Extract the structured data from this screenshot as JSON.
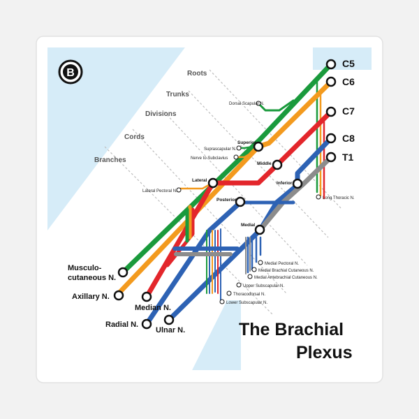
{
  "logo": {
    "letter": "B"
  },
  "title": {
    "line1": "The Brachial",
    "line2": "Plexus"
  },
  "sections": [
    "Roots",
    "Trunks",
    "Divisions",
    "Cords",
    "Branches"
  ],
  "roots": [
    "C5",
    "C6",
    "C7",
    "C8",
    "T1"
  ],
  "trunks": {
    "superior": "Superior",
    "middle": "Middle",
    "inferior": "Inferior"
  },
  "cords": {
    "lateral": "Lateral",
    "posterior": "Posterior",
    "medial": "Medial"
  },
  "small_branches": {
    "dorsal_scapular": "Dorsal Scapular N.",
    "suprascapular": "Suprascapular N.",
    "subclavius": "Nerve to Subclavius",
    "lateral_pectoral": "Lateral Pectoral N.",
    "long_thoracic": "Long Thoracic N.",
    "medial_pectoral": "Medial Pectoral N.",
    "medial_brachial": "Medial Brachial Cutaneous N.",
    "medial_antebrachial": "Medial Antebrachial Cutaneous N.",
    "upper_subscapular": "Upper Subscapular N.",
    "thoracodorsal": "Thoracodorsal N.",
    "lower_subscapular": "Lower Subscapular N."
  },
  "terminal": {
    "musculo_1": "Musculo-",
    "musculo_2": "cutaneous N.",
    "axillary": "Axillary N.",
    "median": "Median N.",
    "radial": "Radial N.",
    "ulnar": "Ulnar N."
  },
  "colors": {
    "c5": "#1a9a3c",
    "c6": "#f39a1e",
    "c7": "#e3262b",
    "c8": "#2d62b4",
    "t1": "#8c8c8c",
    "water": "#d6ecf8",
    "sticker": "#ffffff"
  }
}
